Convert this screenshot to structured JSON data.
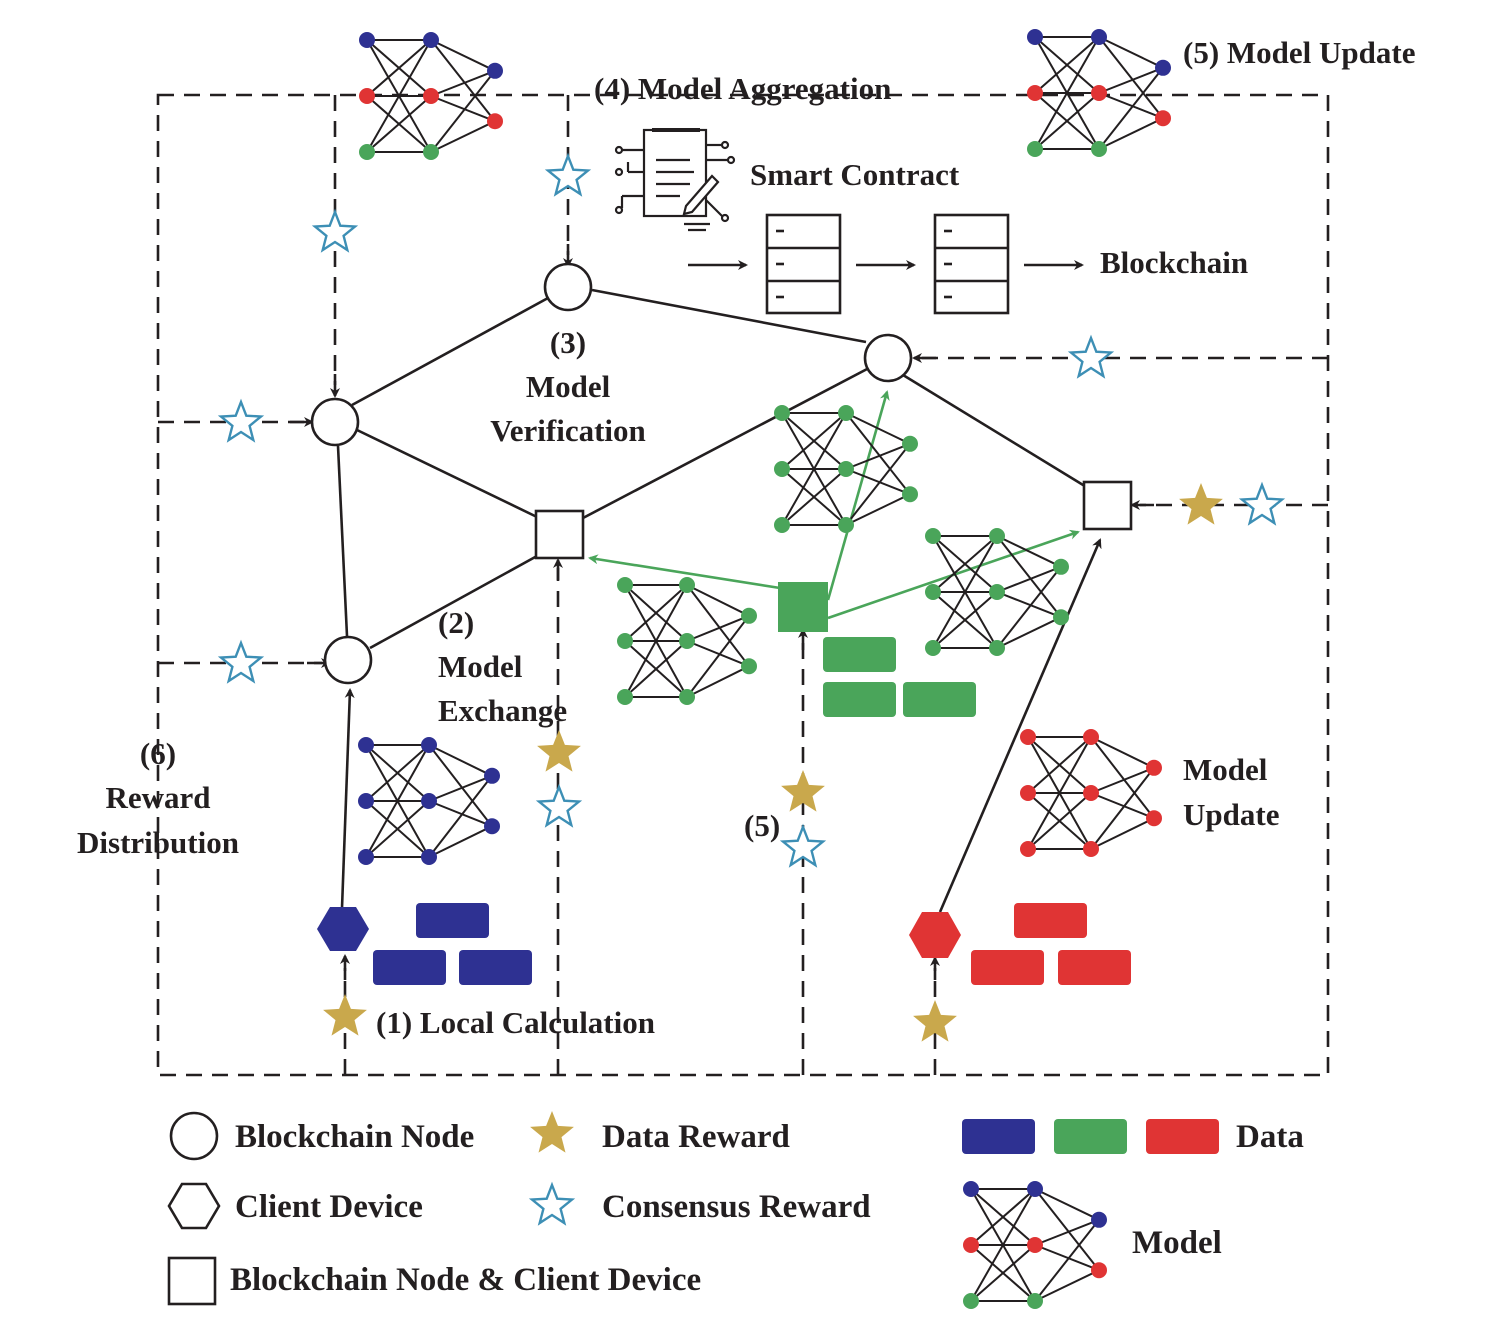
{
  "labels": {
    "local_calc": "(1) Local Calculation",
    "exchange_num": "(2)",
    "exchange_l1": "Model",
    "exchange_l2": "Exchange",
    "verif_num": "(3)",
    "verif_l1": "Model",
    "verif_l2": "Verification",
    "aggregation": "(4) Model Aggregation",
    "smart_contract": "Smart Contract",
    "blockchain": "Blockchain",
    "model_update_top": "(5) Model Update",
    "update_num": "(5)",
    "update_l1": "Model",
    "update_l2": "Update",
    "reward_num": "(6)",
    "reward_l1": "Reward",
    "reward_l2": "Distribution"
  },
  "legend": {
    "blockchain_node": "Blockchain Node",
    "client_device": "Client Device",
    "node_and_client": "Blockchain Node & Client Device",
    "data_reward": "Data Reward",
    "consensus_reward": "Consensus Reward",
    "data": "Data",
    "model": "Model"
  },
  "colors": {
    "blue": "#2e3192",
    "green": "#4aa55a",
    "red": "#e03434",
    "gold": "#c9a84c",
    "star_outline": "#3d8fb5",
    "line": "#231f20"
  },
  "icons": {
    "data_reward": "filled-star-icon",
    "consensus_reward": "outline-star-icon",
    "smart_contract": "document-circuit-icon",
    "block": "ledger-block-icon"
  }
}
